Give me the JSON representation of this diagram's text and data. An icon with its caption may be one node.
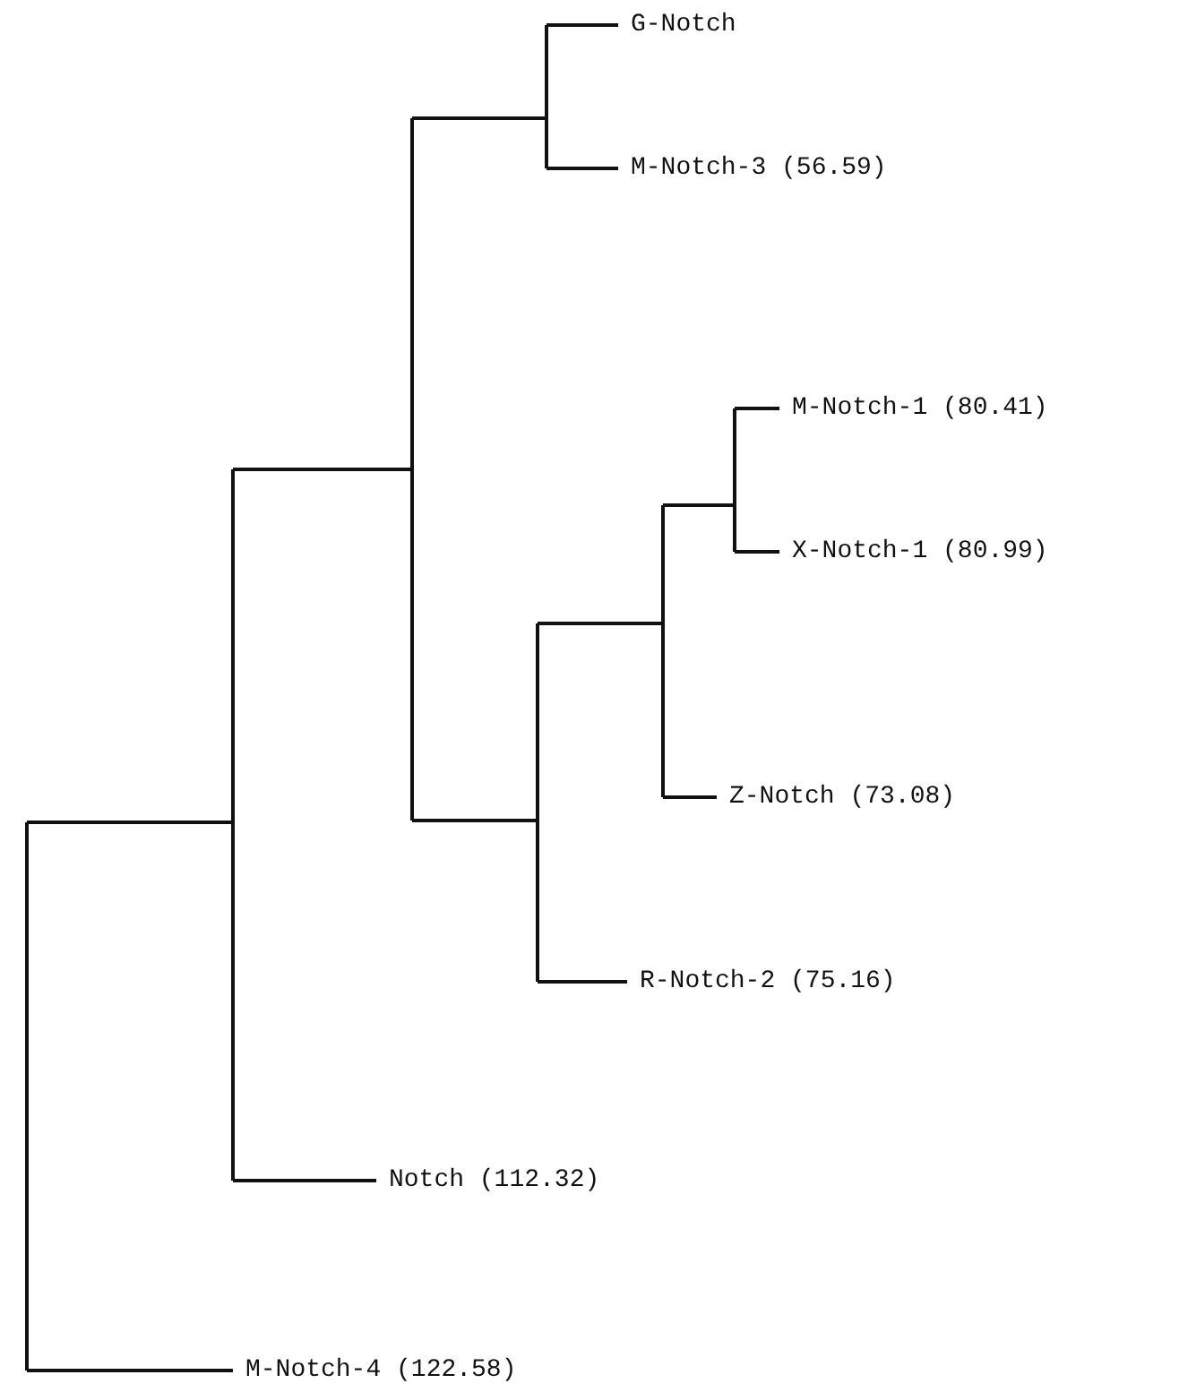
{
  "diagram": {
    "nodes": [
      {
        "text": [
          "G-Notch"
        ]
      },
      {
        "text": [
          "M-Notch-3 (56.59)"
        ]
      },
      {
        "text": [
          "M-Notch-1 (80.41)"
        ]
      },
      {
        "text": [
          "X-Notch-1 (80.99)"
        ]
      },
      {
        "text": [
          "Z-Notch (73.08)"
        ]
      },
      {
        "text": [
          "R-Notch-2 (75.16)"
        ]
      },
      {
        "text": [
          "Notch (112.32)"
        ]
      },
      {
        "text": [
          "M-Notch-4 (122.58)"
        ]
      },
      {
        "text": [],
        "shape": "bar"
      },
      {
        "text": [],
        "shape": "bar"
      },
      {
        "text": [],
        "shape": "bar"
      },
      {
        "text": [],
        "shape": "bar"
      },
      {
        "text": [],
        "shape": "bar"
      },
      {
        "text": [],
        "shape": "bar"
      },
      {
        "text": [],
        "shape": "bar"
      }
    ],
    "edges": [
      {
        "from": 8,
        "to": 9,
        "arrow": "none"
      },
      {
        "from": 8,
        "to": 7,
        "arrow": "none"
      },
      {
        "from": 9,
        "to": 10,
        "arrow": "none"
      },
      {
        "from": 9,
        "to": 6,
        "arrow": "none"
      },
      {
        "from": 10,
        "to": 12,
        "arrow": "none"
      },
      {
        "from": 10,
        "to": 11,
        "arrow": "none"
      },
      {
        "from": 12,
        "to": 0,
        "arrow": "none"
      },
      {
        "from": 12,
        "to": 1,
        "arrow": "none"
      },
      {
        "from": 11,
        "to": 13,
        "arrow": "none"
      },
      {
        "from": 11,
        "to": 5,
        "arrow": "none"
      },
      {
        "from": 13,
        "to": 14,
        "arrow": "none"
      },
      {
        "from": 13,
        "to": 4,
        "arrow": "none"
      },
      {
        "from": 14,
        "to": 2,
        "arrow": "none"
      },
      {
        "from": 14,
        "to": 3,
        "arrow": "none"
      }
    ]
  }
}
